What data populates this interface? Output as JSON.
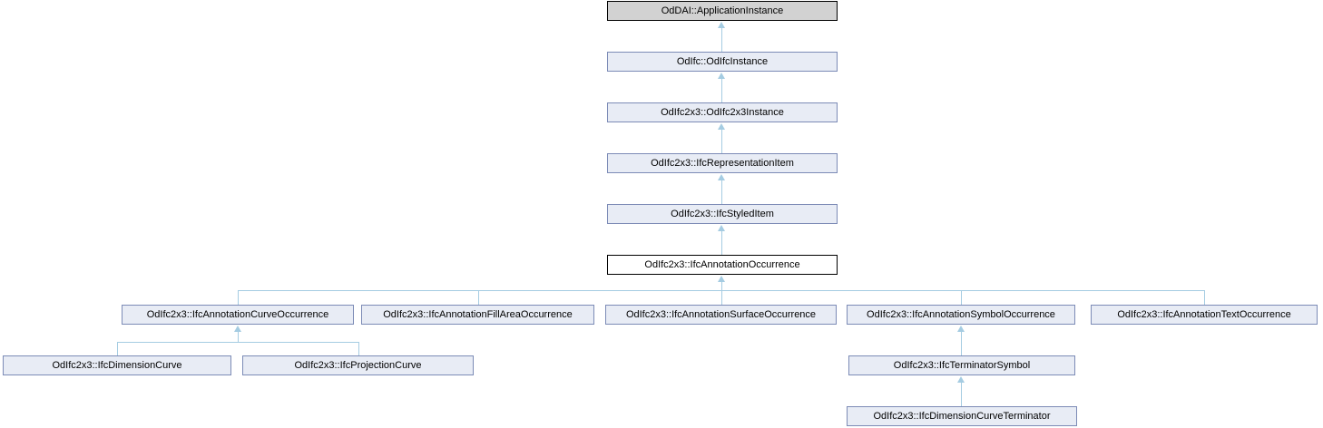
{
  "diagram": {
    "type": "class-inheritance-graph",
    "colors": {
      "node_fill": "#E8ECF5",
      "node_border": "#7C8BB6",
      "external_node_fill": "#D2D2D2",
      "external_node_border": "#000000",
      "current_node_fill": "#FFFFFF",
      "current_node_border": "#000000",
      "edge": "#A5CCE2",
      "text": "#000000"
    },
    "nodes": [
      {
        "label": "OdDAI::ApplicationInstance",
        "kind": "external"
      },
      {
        "label": "OdIfc::OdIfcInstance",
        "kind": "class"
      },
      {
        "label": "OdIfc2x3::OdIfc2x3Instance",
        "kind": "class"
      },
      {
        "label": "OdIfc2x3::IfcRepresentationItem",
        "kind": "class"
      },
      {
        "label": "OdIfc2x3::IfcStyledItem",
        "kind": "class"
      },
      {
        "label": "OdIfc2x3::IfcAnnotationOccurrence",
        "kind": "current"
      },
      {
        "label": "OdIfc2x3::IfcAnnotationCurveOccurrence",
        "kind": "class"
      },
      {
        "label": "OdIfc2x3::IfcAnnotationFillAreaOccurrence",
        "kind": "class"
      },
      {
        "label": "OdIfc2x3::IfcAnnotationSurfaceOccurrence",
        "kind": "class"
      },
      {
        "label": "OdIfc2x3::IfcAnnotationSymbolOccurrence",
        "kind": "class"
      },
      {
        "label": "OdIfc2x3::IfcAnnotationTextOccurrence",
        "kind": "class"
      },
      {
        "label": "OdIfc2x3::IfcDimensionCurve",
        "kind": "class"
      },
      {
        "label": "OdIfc2x3::IfcProjectionCurve",
        "kind": "class"
      },
      {
        "label": "OdIfc2x3::IfcTerminatorSymbol",
        "kind": "class"
      },
      {
        "label": "OdIfc2x3::IfcDimensionCurveTerminator",
        "kind": "class"
      }
    ],
    "edges": [
      {
        "child": "OdIfc::OdIfcInstance",
        "parent": "OdDAI::ApplicationInstance"
      },
      {
        "child": "OdIfc2x3::OdIfc2x3Instance",
        "parent": "OdIfc::OdIfcInstance"
      },
      {
        "child": "OdIfc2x3::IfcRepresentationItem",
        "parent": "OdIfc2x3::OdIfc2x3Instance"
      },
      {
        "child": "OdIfc2x3::IfcStyledItem",
        "parent": "OdIfc2x3::IfcRepresentationItem"
      },
      {
        "child": "OdIfc2x3::IfcAnnotationOccurrence",
        "parent": "OdIfc2x3::IfcStyledItem"
      },
      {
        "child": "OdIfc2x3::IfcAnnotationCurveOccurrence",
        "parent": "OdIfc2x3::IfcAnnotationOccurrence"
      },
      {
        "child": "OdIfc2x3::IfcAnnotationFillAreaOccurrence",
        "parent": "OdIfc2x3::IfcAnnotationOccurrence"
      },
      {
        "child": "OdIfc2x3::IfcAnnotationSurfaceOccurrence",
        "parent": "OdIfc2x3::IfcAnnotationOccurrence"
      },
      {
        "child": "OdIfc2x3::IfcAnnotationSymbolOccurrence",
        "parent": "OdIfc2x3::IfcAnnotationOccurrence"
      },
      {
        "child": "OdIfc2x3::IfcAnnotationTextOccurrence",
        "parent": "OdIfc2x3::IfcAnnotationOccurrence"
      },
      {
        "child": "OdIfc2x3::IfcDimensionCurve",
        "parent": "OdIfc2x3::IfcAnnotationCurveOccurrence"
      },
      {
        "child": "OdIfc2x3::IfcProjectionCurve",
        "parent": "OdIfc2x3::IfcAnnotationCurveOccurrence"
      },
      {
        "child": "OdIfc2x3::IfcTerminatorSymbol",
        "parent": "OdIfc2x3::IfcAnnotationSymbolOccurrence"
      },
      {
        "child": "OdIfc2x3::IfcDimensionCurveTerminator",
        "parent": "OdIfc2x3::IfcTerminatorSymbol"
      }
    ]
  }
}
